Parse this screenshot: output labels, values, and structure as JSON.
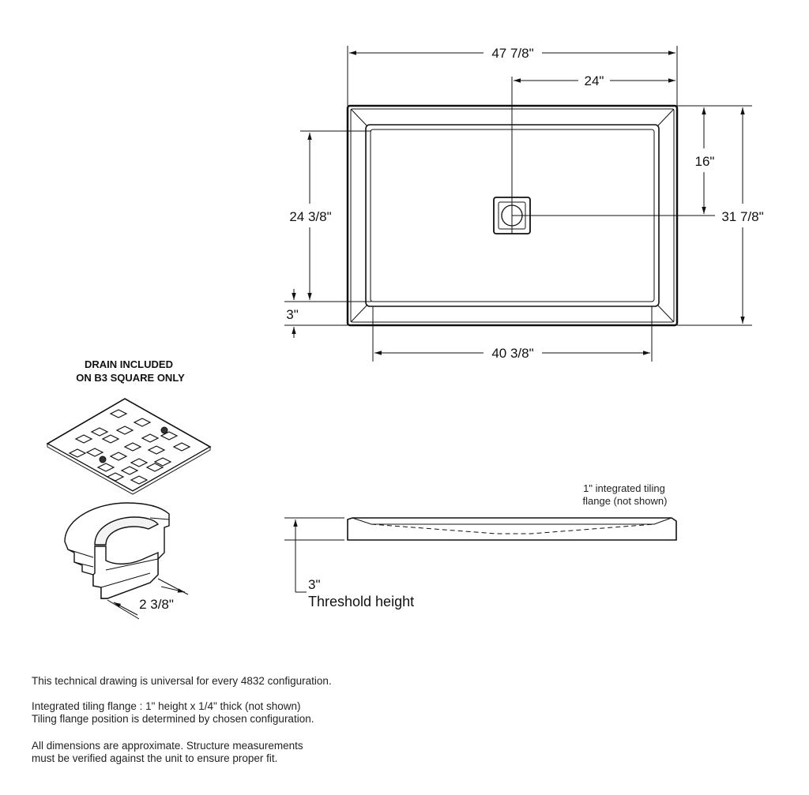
{
  "dimensions": {
    "overall_width": "47 7/8\"",
    "drain_offset_x": "24\"",
    "drain_offset_y": "16\"",
    "overall_depth": "31 7/8\"",
    "inner_depth": "24 3/8\"",
    "flange_depth": "3\"",
    "inner_width": "40 3/8\""
  },
  "drain": {
    "title_line1": "DRAIN INCLUDED",
    "title_line2": "ON B3 SQUARE ONLY",
    "height": "2 3/8\""
  },
  "side_view": {
    "flange_note_line1": "1\" integrated tiling",
    "flange_note_line2": "flange (not shown)",
    "threshold_value": "3\"",
    "threshold_label": "Threshold height"
  },
  "notes": {
    "universal": "This technical drawing is universal for every 4832 configuration.",
    "flange_line1": "Integrated tiling flange : 1\" height x 1/4\" thick (not shown)",
    "flange_line2": "Tiling flange position is determined by chosen configuration.",
    "approx_line1": "All dimensions are approximate. Structure measurements",
    "approx_line2": "must be verified against the unit to ensure proper fit."
  }
}
